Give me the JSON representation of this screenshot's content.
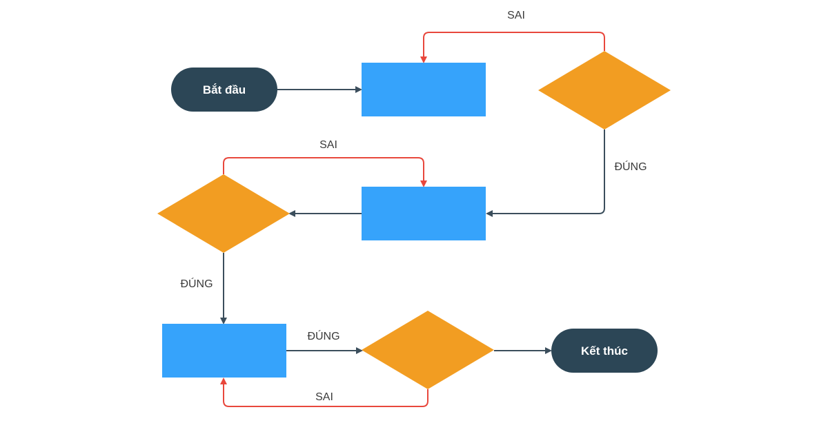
{
  "colors": {
    "terminal": "#2c4656",
    "process": "#36a3fb",
    "decision": "#f29d22",
    "flow_line": "#3b4e5c",
    "false_line": "#e8473c",
    "terminal_text": "#ffffff",
    "label_text": "#3a3a3a"
  },
  "nodes": {
    "start": {
      "label": "Bắt đầu",
      "kind": "terminal"
    },
    "process_1": {
      "label": "",
      "kind": "process"
    },
    "decision_1": {
      "label": "",
      "kind": "decision"
    },
    "process_2": {
      "label": "",
      "kind": "process"
    },
    "decision_2": {
      "label": "",
      "kind": "decision"
    },
    "process_3": {
      "label": "",
      "kind": "process"
    },
    "decision_3": {
      "label": "",
      "kind": "decision"
    },
    "end": {
      "label": "Kết thúc",
      "kind": "terminal"
    }
  },
  "edges": {
    "start_to_process_1": {
      "from": "start",
      "to": "process_1",
      "label": ""
    },
    "decision_1_false": {
      "from": "decision_1",
      "to": "process_1",
      "label": "SAI"
    },
    "decision_1_true": {
      "from": "decision_1",
      "to": "process_2",
      "label": "ĐÚNG"
    },
    "process_2_to_decision_2": {
      "from": "process_2",
      "to": "decision_2",
      "label": ""
    },
    "decision_2_false": {
      "from": "decision_2",
      "to": "process_2",
      "label": "SAI"
    },
    "decision_2_true": {
      "from": "decision_2",
      "to": "process_3",
      "label": "ĐÚNG"
    },
    "process_3_true": {
      "from": "process_3",
      "to": "decision_3",
      "label": "ĐÚNG"
    },
    "decision_3_false": {
      "from": "decision_3",
      "to": "process_3",
      "label": "SAI"
    },
    "decision_3_to_end": {
      "from": "decision_3",
      "to": "end",
      "label": ""
    }
  }
}
